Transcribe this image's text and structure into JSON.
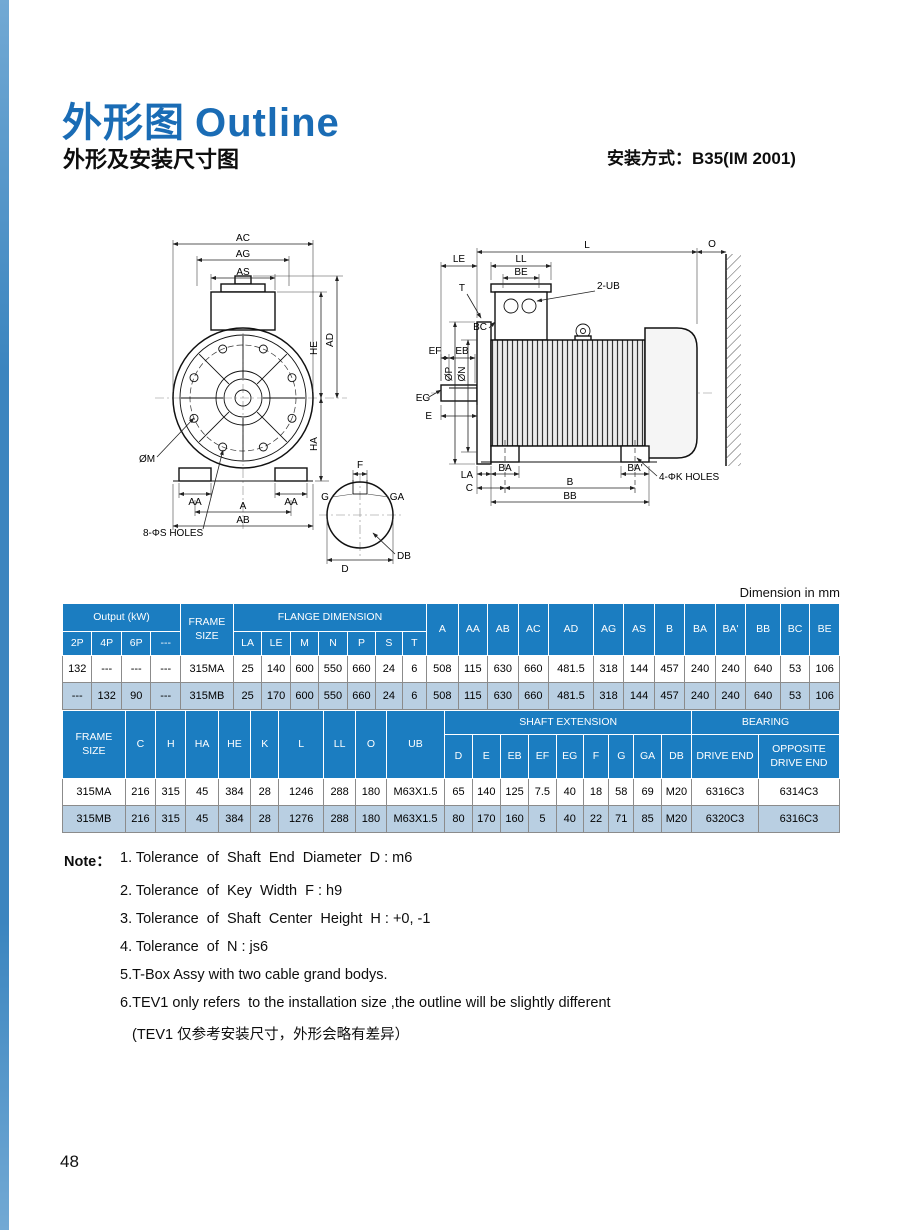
{
  "page": {
    "title_zh": "外形图",
    "title_en": "Outline",
    "subtitle": "外形及安装尺寸图",
    "mounting_label": "安装方式：B35(IM 2001)",
    "dimension_unit_note": "Dimension in  mm",
    "page_number": "48"
  },
  "drawing": {
    "labels": {
      "ac": "AC",
      "ag": "AG",
      "as_": "AS",
      "he": "HE",
      "ad": "AD",
      "ha": "HA",
      "phi_m": "ØM",
      "holes8": "8-ΦS HOLES",
      "aa": "AA",
      "a": "A",
      "ab": "AB",
      "f": "F",
      "g": "G",
      "ga": "GA",
      "d": "D",
      "db": "DB",
      "le": "LE",
      "ll": "LL",
      "be": "BE",
      "t": "T",
      "ub2": "2-UB",
      "bc": "BC",
      "l": "L",
      "o": "O",
      "ef": "EF",
      "eb": "EB",
      "eg": "EG",
      "e": "E",
      "phi_p": "ØP",
      "phi_n": "ØN",
      "la": "LA",
      "c": "C",
      "ba": "BA",
      "b": "B",
      "ba_prime": "BA'",
      "bb": "BB",
      "holes4": "4-ΦK HOLES"
    }
  },
  "table1": {
    "header": {
      "output_kw": "Output (kW)",
      "frame_size": "FRAME SIZE",
      "flange_dimension": "FLANGE DIMENSION",
      "speed_cols": [
        "2P",
        "4P",
        "6P",
        "---"
      ],
      "flange_cols": [
        "LA",
        "LE",
        "M",
        "N",
        "P",
        "S",
        "T"
      ],
      "tail_cols": [
        "A",
        "AA",
        "AB",
        "AC",
        "AD",
        "AG",
        "AS",
        "B",
        "BA",
        "BA'",
        "BB",
        "BC",
        "BE"
      ]
    },
    "rows": [
      [
        "132",
        "---",
        "---",
        "---",
        "315MA",
        "25",
        "140",
        "600",
        "550",
        "660",
        "24",
        "6",
        "508",
        "115",
        "630",
        "660",
        "481.5",
        "318",
        "144",
        "457",
        "240",
        "240",
        "640",
        "53",
        "106"
      ],
      [
        "---",
        "132",
        "90",
        "---",
        "315MB",
        "25",
        "170",
        "600",
        "550",
        "660",
        "24",
        "6",
        "508",
        "115",
        "630",
        "660",
        "481.5",
        "318",
        "144",
        "457",
        "240",
        "240",
        "640",
        "53",
        "106"
      ]
    ]
  },
  "table2": {
    "header": {
      "frame_size": "FRAME SIZE",
      "left_cols": [
        "C",
        "H",
        "HA",
        "HE",
        "K",
        "L",
        "LL",
        "O",
        "UB"
      ],
      "shaft_extension": "SHAFT EXTENSION",
      "shaft_cols": [
        "D",
        "E",
        "EB",
        "EF",
        "EG",
        "F",
        "G",
        "GA",
        "DB"
      ],
      "bearing": "BEARING",
      "bearing_cols": [
        "DRIVE END",
        "OPPOSITE DRIVE END"
      ]
    },
    "rows": [
      [
        "315MA",
        "216",
        "315",
        "45",
        "384",
        "28",
        "1246",
        "288",
        "180",
        "M63X1.5",
        "65",
        "140",
        "125",
        "7.5",
        "40",
        "18",
        "58",
        "69",
        "M20",
        "6316C3",
        "6314C3"
      ],
      [
        "315MB",
        "216",
        "315",
        "45",
        "384",
        "28",
        "1276",
        "288",
        "180",
        "M63X1.5",
        "80",
        "170",
        "160",
        "5",
        "40",
        "22",
        "71",
        "85",
        "M20",
        "6320C3",
        "6316C3"
      ]
    ]
  },
  "notes": {
    "label": "Note：",
    "items": [
      "1. Tolerance  of  Shaft  End  Diameter  D : m6",
      "2. Tolerance  of  Key  Width  F : h9",
      "3. Tolerance  of  Shaft  Center  Height  H : +0, -1",
      "4. Tolerance  of  N : js6",
      "5.T-Box Assy with two cable grand bodys.",
      "6.TEV1 only refers  to the installation size ,the outline will be slightly different",
      "(TEV1 仅参考安装尺寸，外形会略有差异）"
    ]
  }
}
